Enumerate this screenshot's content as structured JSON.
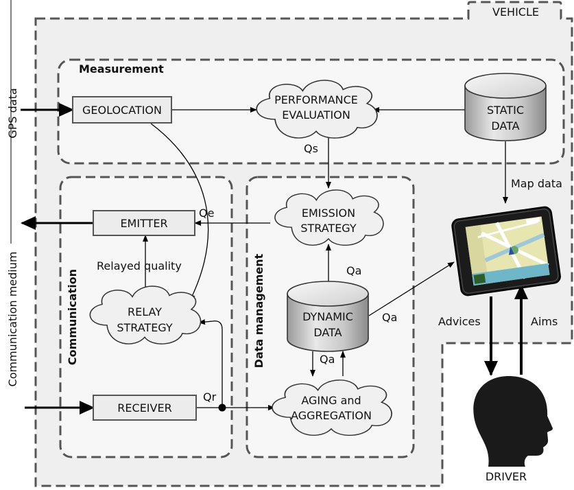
{
  "vehicle": {
    "title": "VEHICLE"
  },
  "external": {
    "gps_data": "GPS data",
    "communication_medium": "Communication medium"
  },
  "groups": {
    "measurement": "Measurement",
    "communication": "Communication",
    "data_management": "Data management"
  },
  "nodes": {
    "geolocation": "GEOLOCATION",
    "performance_line1": "PERFORMANCE",
    "performance_line2": "EVALUATION",
    "static_line1": "STATIC",
    "static_line2": "DATA",
    "emission_line1": "EMISSION",
    "emission_line2": "STRATEGY",
    "emitter": "EMITTER",
    "relay_line1": "RELAY",
    "relay_line2": "STRATEGY",
    "dynamic_line1": "DYNAMIC",
    "dynamic_line2": "DATA",
    "aging_line1": "AGING and",
    "aging_line2": "AGGREGATION",
    "receiver": "RECEIVER",
    "driver": "DRIVER"
  },
  "edge_labels": {
    "qs": "Qs",
    "qe": "Qe",
    "qa_emission": "Qa",
    "qa_device": "Qa",
    "qa_aging": "Qa",
    "qr": "Qr",
    "relayed_quality": "Relayed quality",
    "map_data": "Map data",
    "advices": "Advices",
    "aims": "Aims"
  },
  "colors": {
    "vehicle_fill": "#efefef",
    "group_fill": "#f7f7f7",
    "dash_stroke": "#555555",
    "box_fill": "#ececec",
    "cloud_fill": "#f0f0f0"
  },
  "icons": {
    "gps_device": "gps-navigation-device-icon",
    "driver": "human-head-silhouette-icon"
  }
}
